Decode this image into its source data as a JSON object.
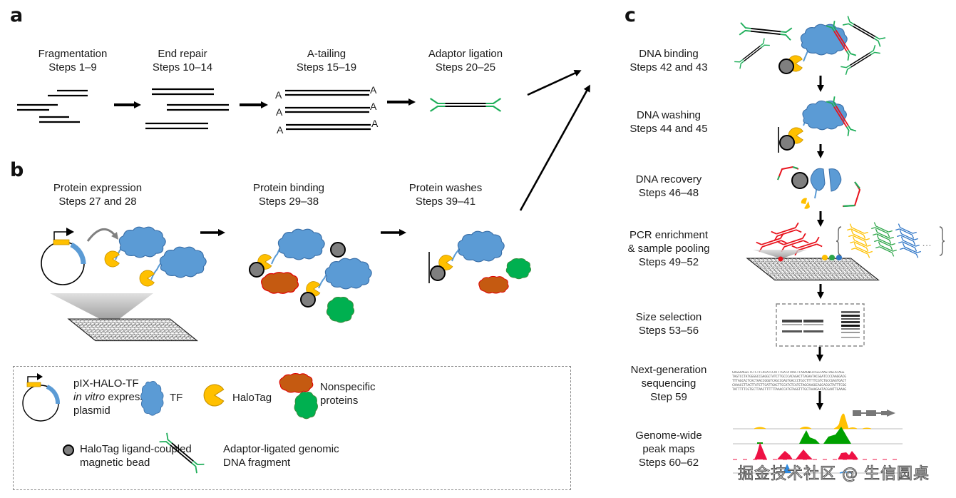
{
  "panels": {
    "a": {
      "letter": "a",
      "steps": [
        {
          "title": "Fragmentation",
          "steps": "Steps 1–9"
        },
        {
          "title": "End repair",
          "steps": "Steps 10–14"
        },
        {
          "title": "A-tailing",
          "steps": "Steps 15–19"
        },
        {
          "title": "Adaptor ligation",
          "steps": "Steps 20–25"
        }
      ],
      "a_tail_label": "A"
    },
    "b": {
      "letter": "b",
      "steps": [
        {
          "title": "Protein expression",
          "steps": "Steps 27 and 28"
        },
        {
          "title": "Protein binding",
          "steps": "Steps 29–38"
        },
        {
          "title": "Protein washes",
          "steps": "Steps 39–41"
        }
      ]
    },
    "c": {
      "letter": "c",
      "steps": [
        {
          "title": "DNA binding",
          "steps": "Steps 42 and 43"
        },
        {
          "title": "DNA washing",
          "steps": "Steps 44 and 45"
        },
        {
          "title": "DNA recovery",
          "steps": "Steps 46–48"
        },
        {
          "title": "PCR enrichment",
          "title2": "& sample pooling",
          "steps": "Steps 49–52"
        },
        {
          "title": "Size selection",
          "steps": "Steps 53–56"
        },
        {
          "title": "Next-generation",
          "title2": "sequencing",
          "steps": "Step 59"
        },
        {
          "title": "Genome-wide",
          "title2": "peak maps",
          "steps": "Steps 60–62"
        }
      ],
      "ellipsis": "…",
      "sequence_lines": [
        "GAGGAAGGCTCTCTTCACATCCATTTGATATAACTTAAAGNCATGGTAAGTAGCATAGG",
        "TAGTCCTATGGGGCCGAGGCTATCTTGCCCACAGACTTAGAATACGGATCCCCAAGGACG",
        "TTTAGCACTCACTAACCGGGTCAGCCGAGTGACCCTGCCTTTTTCGTCTGCCGAGTGACT",
        "CAAACCTTACTTATCTTCATTGACTTCCATCTCATCTAGCAAGGCAGCACGCTATTTCGG",
        "TATTTTTCGTGCTTAACTTTTTTAAACCATGTAGGTTTGCTAAAGAATACGAATTGAAAG"
      ]
    }
  },
  "legend": {
    "plasmid": {
      "line1": "pIX-HALO-TF",
      "line2_italic": "in vitro",
      "line2_rest": " expression",
      "line3": "plasmid"
    },
    "tf": "TF",
    "halotag": "HaloTag",
    "nonspecific": {
      "line1": "Nonspecific",
      "line2": "proteins"
    },
    "bead": {
      "line1": "HaloTag ligand-coupled",
      "line2": "magnetic bead"
    },
    "dna": {
      "line1": "Adaptor-ligated genomic",
      "line2": "DNA fragment"
    }
  },
  "colors": {
    "tf_blue": "#5b9bd5",
    "tf_blue_edge": "#3a6fa8",
    "halotag_yellow": "#ffc000",
    "halotag_edge": "#c99300",
    "bead_gray": "#7f7f7f",
    "nonspecific_orange": "#c55a11",
    "nonspecific_red_edge": "#e00000",
    "nonspecific_green": "#00b050",
    "adaptor_green": "#1fae5a",
    "bound_red": "#e8121c",
    "pool_yellow": "#ffc000",
    "pool_green": "#2ea64a",
    "pool_blue": "#2e75c6",
    "track_red": "#ee1144"
  },
  "watermark": "掘金技术社区 @ 生信圆桌"
}
